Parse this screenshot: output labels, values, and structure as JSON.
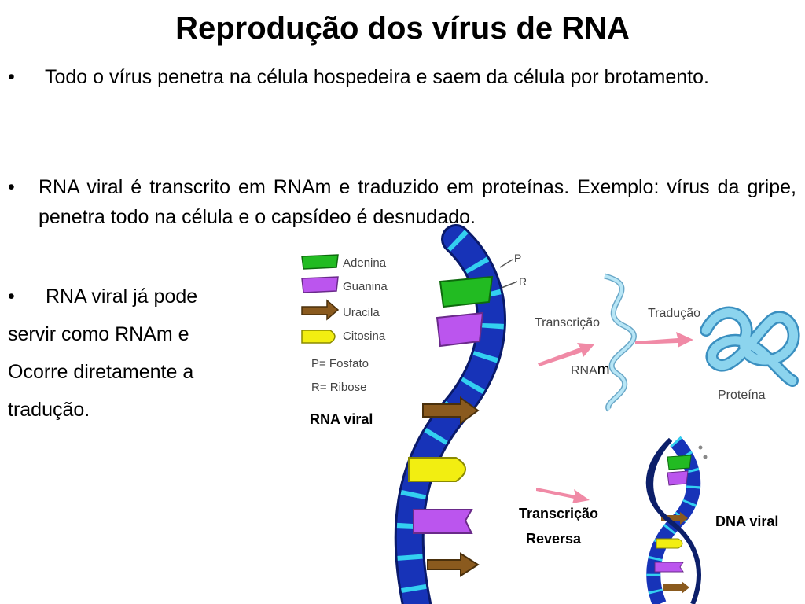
{
  "title": "Reprodução dos vírus de RNA",
  "bullets": [
    {
      "text": "Todo o vírus penetra na célula hospedeira e saem da célula por brotamento."
    },
    {
      "text": "RNA viral é transcrito em RNAm e traduzido em proteínas. Exemplo: vírus da gripe, penetra todo na célula e o capsídeo é desnudado."
    },
    {
      "text": "RNA viral já pode"
    }
  ],
  "bullet3_continuation": [
    "servir como RNAm e",
    "Ocorre diretamente a",
    "tradução."
  ],
  "legend": {
    "items": [
      {
        "label": "Adenina",
        "color": "#22bb22"
      },
      {
        "label": "Guanina",
        "color": "#bb55ee"
      },
      {
        "label": "Uracila",
        "color": "#8a5a1e"
      },
      {
        "label": "Citosina",
        "color": "#f2ee11"
      }
    ],
    "fosfato": "P= Fosfato",
    "ribose": "R= Ribose"
  },
  "strand_labels": {
    "p": "P",
    "r": "R"
  },
  "diagram": {
    "rna_viral": "RNA viral",
    "transcricao": "Transcrição",
    "rna": "RNA",
    "rna_m": "m",
    "traducao": "Tradução",
    "proteina": "Proteína",
    "transcricao_reversa_1": "Transcrição",
    "transcricao_reversa_2": "Reversa",
    "dna_viral": "DNA viral"
  },
  "colors": {
    "backbone": "#1733b8",
    "phosphate": "#33d0f0",
    "arrow": "#f08aa6",
    "ribbon": "#8cd4ee",
    "dna_outline": "#0c1f6a"
  }
}
